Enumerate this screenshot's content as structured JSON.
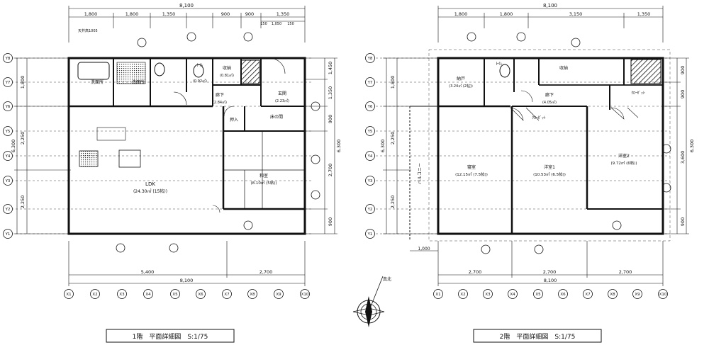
{
  "floor1": {
    "caption": "1階　平面詳細図　S:1/75",
    "dim_top_total": "8,100",
    "dim_top": [
      "1,800",
      "1,800",
      "1,350",
      "900",
      "900",
      "1,350"
    ],
    "dim_top_small": [
      "150",
      "1,050",
      "150"
    ],
    "dim_bottom": [
      "5,400",
      "2,700"
    ],
    "dim_bottom_total": "8,100",
    "dim_left": [
      "1,800",
      "2,250",
      "2,250"
    ],
    "dim_left_total": "6,300",
    "dim_right": [
      "1,450",
      "1,350",
      "900",
      "2,700",
      "900"
    ],
    "dim_right_total": "6,300",
    "row_labels": [
      "Y8",
      "Y7",
      "Y6",
      "Y5",
      "Y4",
      "Y3",
      "Y2",
      "Y1"
    ],
    "col_labels": [
      "X1",
      "X2",
      "X3",
      "X4",
      "X5",
      "X6",
      "X7",
      "X8",
      "X9",
      "X10"
    ],
    "rooms": [
      {
        "name": "洗面所"
      },
      {
        "name": "洗面所"
      },
      {
        "name": "ﾄｲﾚ",
        "area": "(0.92㎡)"
      },
      {
        "name": "収納",
        "area": "(0.81㎡)"
      },
      {
        "name": "廊下",
        "area": "(2.84㎡)"
      },
      {
        "name": "玄関",
        "area": "(2.23㎡)"
      },
      {
        "name": "押入"
      },
      {
        "name": "床の間"
      },
      {
        "name": "LDK",
        "area": "(24.30㎡ (15帖))"
      },
      {
        "name": "和室",
        "area": "(8.10㎡ (5帖))"
      }
    ],
    "note": "天井高1005"
  },
  "floor2": {
    "caption": "2階　平面詳細図　S:1/75",
    "dim_top_total": "8,100",
    "dim_top": [
      "1,800",
      "1,800",
      "3,150",
      "1,350"
    ],
    "dim_bottom": [
      "2,700",
      "2,700",
      "2,700"
    ],
    "dim_bottom_total": "8,100",
    "dim_left": [
      "1,800",
      "2,250",
      "2,250"
    ],
    "dim_left_total": "6,300",
    "dim_right": [
      "900",
      "900",
      "3,600",
      "900"
    ],
    "dim_right_total": "6,300",
    "dim_balcony": "1,000",
    "row_labels": [
      "Y8",
      "Y7",
      "Y6",
      "Y5",
      "Y4",
      "Y3",
      "Y2",
      "Y1"
    ],
    "col_labels": [
      "X1",
      "X2",
      "X3",
      "X4",
      "X5",
      "X6",
      "X7",
      "X8",
      "X9",
      "X10"
    ],
    "rooms": [
      {
        "name": "納戸",
        "area": "(3.24㎡ (2帖))"
      },
      {
        "name": "ﾄｲﾚ"
      },
      {
        "name": "収納"
      },
      {
        "name": "廊下",
        "area": "(4.05㎡)"
      },
      {
        "name": "ｸﾛｰｾﾞｯﾄ"
      },
      {
        "name": "ｸﾛｰｾﾞｯﾄ"
      },
      {
        "name": "寝室",
        "area": "(12.15㎡ (7.5帖))"
      },
      {
        "name": "洋室1",
        "area": "(10.53㎡ (6.5帖))"
      },
      {
        "name": "洋室2",
        "area": "(9.72㎡ (6帖))"
      },
      {
        "name": "バルコニー"
      }
    ]
  },
  "compass": {
    "label": "真北"
  },
  "colors": {
    "line": "#111111",
    "paper": "#ffffff"
  }
}
